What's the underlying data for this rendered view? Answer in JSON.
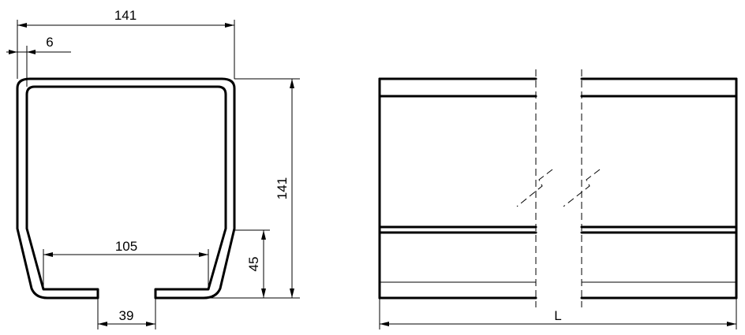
{
  "section_view": {
    "dimensions": {
      "overall_width": "141",
      "wall_thickness": "6",
      "overall_height": "141",
      "lip_height": "45",
      "inner_bottom_width": "105",
      "slot_width": "39"
    }
  },
  "side_view": {
    "length_label": "L"
  }
}
